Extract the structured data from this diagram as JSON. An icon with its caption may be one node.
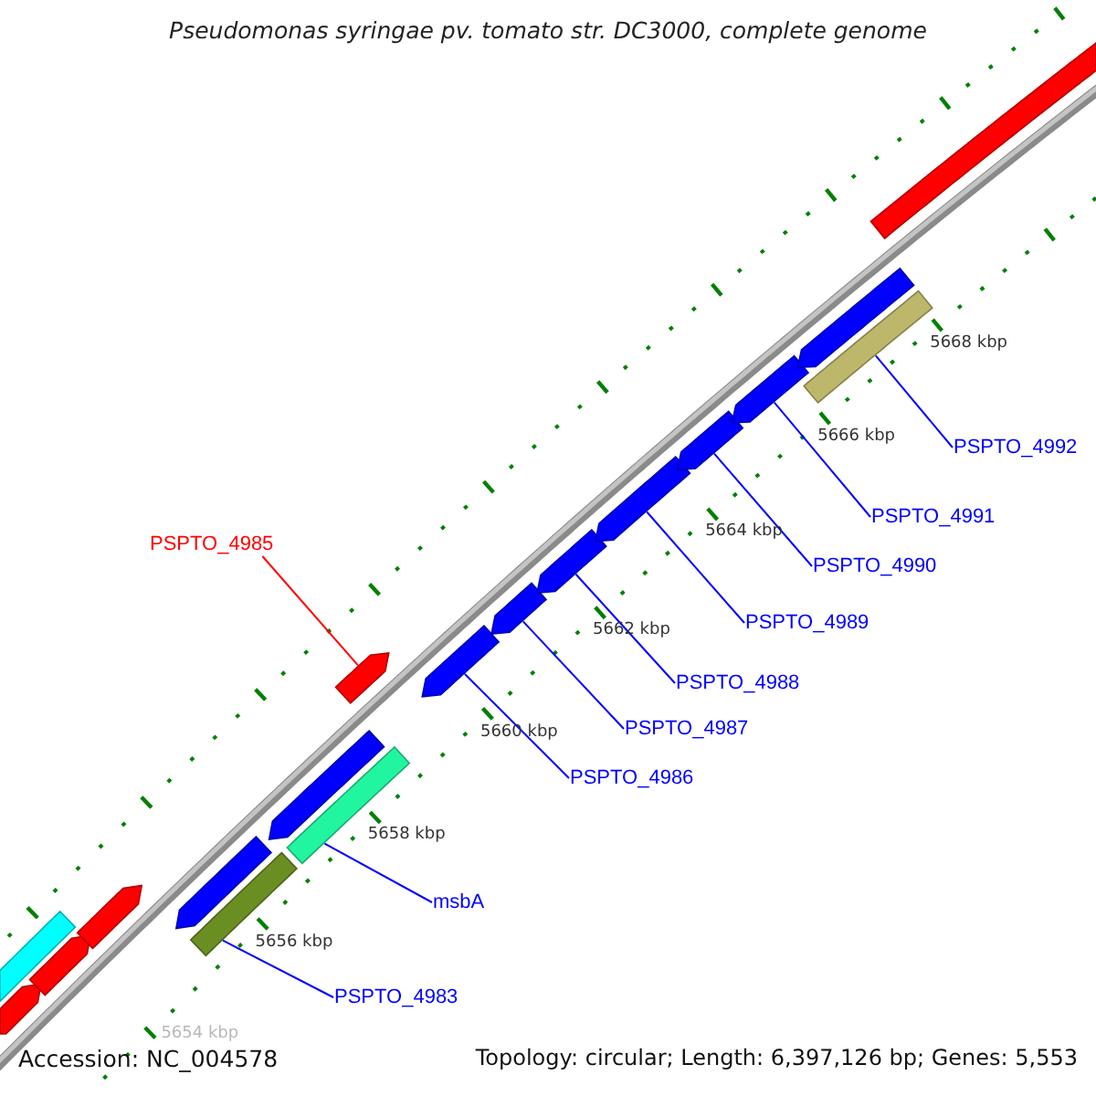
{
  "diagram": {
    "title": "Pseudomonas syringae pv. tomato str. DC3000, complete genome",
    "nodes": [
      {
        "text": [
          "PSPTO_4992"
        ]
      },
      {
        "text": [
          "PSPTO_4991"
        ]
      },
      {
        "text": [
          "PSPTO_4985"
        ]
      },
      {
        "text": [
          "PSPTO_4990"
        ]
      },
      {
        "text": [
          "PSPTO_4989"
        ]
      },
      {
        "text": [
          "PSPTO_4988"
        ]
      },
      {
        "text": [
          "PSPTO_4987"
        ]
      },
      {
        "text": [
          "PSPTO_4986"
        ]
      },
      {
        "text": [
          "msbA"
        ]
      },
      {
        "text": [
          "PSPTO_4983"
        ]
      },
      {
        "text": [],
        "shape": "bar"
      },
      {
        "text": [],
        "shape": "arrow"
      },
      {
        "text": [],
        "shape": "arrow"
      },
      {
        "text": [],
        "shape": "arrow"
      },
      {
        "text": [],
        "shape": "arrow"
      },
      {
        "text": [],
        "shape": "bar"
      },
      {
        "text": [],
        "shape": "arrow"
      },
      {
        "text": [],
        "shape": "bar"
      },
      {
        "text": [],
        "shape": "arrow"
      },
      {
        "text": [],
        "shape": "arrow"
      },
      {
        "text": [],
        "shape": "arrow"
      },
      {
        "text": [],
        "shape": "arrow"
      },
      {
        "text": [],
        "shape": "arrow"
      },
      {
        "text": [],
        "shape": "arrow"
      },
      {
        "text": [],
        "shape": "arrow"
      },
      {
        "text": [],
        "shape": "arrow"
      },
      {
        "text": [],
        "shape": "bar"
      },
      {
        "text": [],
        "shape": "arrow"
      }
    ],
    "edges": [
      {
        "from": 0,
        "to": 26,
        "arrow": "none"
      },
      {
        "from": 1,
        "to": 24,
        "arrow": "none"
      },
      {
        "from": 2,
        "to": 18,
        "arrow": "none",
        "color": "#ff0000"
      },
      {
        "from": 3,
        "to": 23,
        "arrow": "none"
      },
      {
        "from": 4,
        "to": 22,
        "arrow": "none"
      },
      {
        "from": 5,
        "to": 21,
        "arrow": "none"
      },
      {
        "from": 6,
        "to": 20,
        "arrow": "none"
      },
      {
        "from": 7,
        "to": 19,
        "arrow": "none"
      },
      {
        "from": 8,
        "to": 17,
        "arrow": "none"
      },
      {
        "from": 9,
        "to": 15,
        "arrow": "none"
      }
    ],
    "labels": [
      "5668 kbp",
      "5666 kbp",
      "5664 kbp",
      "5662 kbp",
      "5660 kbp",
      "5658 kbp",
      "5656 kbp",
      "5654 kbp",
      "Accession: NC_004578",
      "Topology: circular; Length: 6,397,126 bp; Genes: 5,553"
    ]
  }
}
